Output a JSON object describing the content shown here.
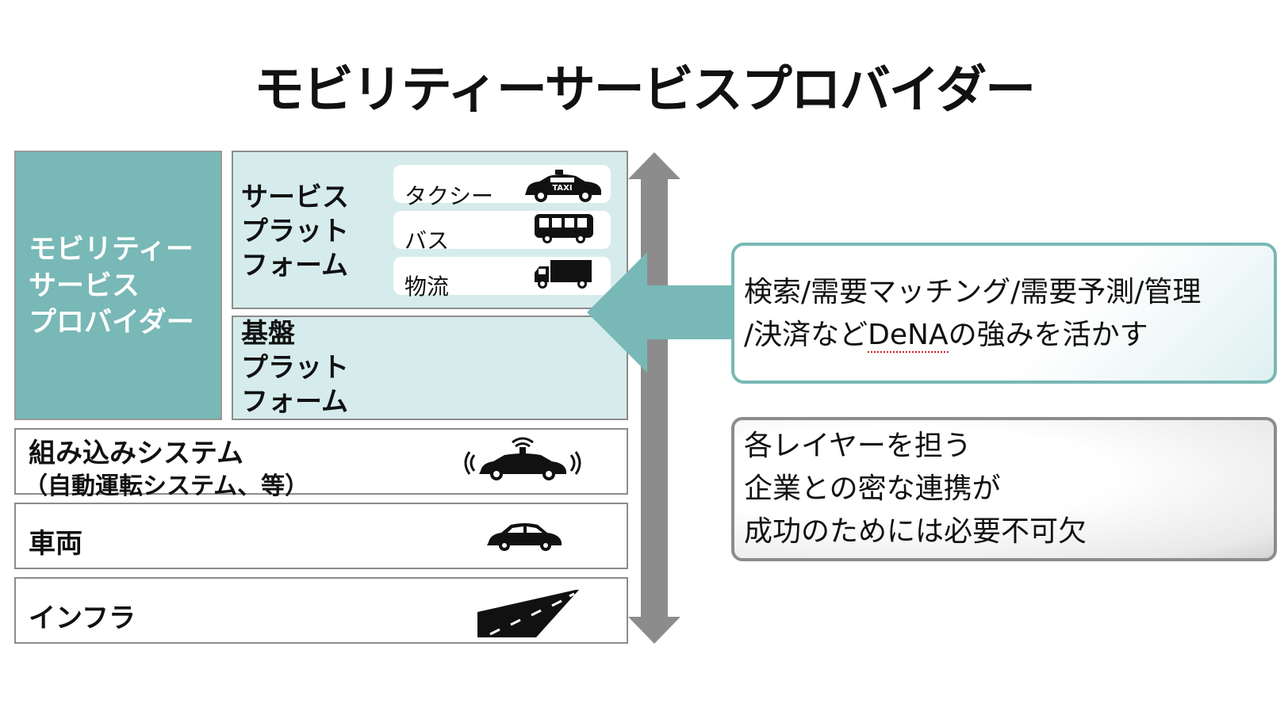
{
  "title": "モビリティーサービスプロバイダー",
  "msp_label": [
    "モビリティー",
    "サービス",
    "プロバイダー"
  ],
  "service_platform": {
    "label": [
      "サービス",
      "プラット",
      "フォーム"
    ],
    "items": [
      {
        "label": "タクシー",
        "icon": "taxi-icon"
      },
      {
        "label": "バス",
        "icon": "bus-icon"
      },
      {
        "label": "物流",
        "icon": "truck-icon"
      }
    ]
  },
  "base_platform": {
    "label": [
      "基盤",
      "プラット",
      "フォーム"
    ]
  },
  "embedded": {
    "label": "組み込みシステム",
    "sub": "（自動運転システム、等）",
    "icon": "autonomous-car-icon"
  },
  "vehicle": {
    "label": "車両",
    "icon": "car-icon"
  },
  "infra": {
    "label": "インフラ",
    "icon": "road-icon"
  },
  "callout_strengths": {
    "line1": "検索/需要マッチング/需要予測/管理",
    "line2_pre": "/決済など",
    "line2_brand": "DeNA",
    "line2_post": "の強みを活かす"
  },
  "callout_collab": {
    "lines": [
      "各レイヤーを担う",
      "企業との密な連携が",
      "成功のためには必要不可欠"
    ]
  },
  "colors": {
    "teal": "#78b8b6",
    "teal_light": "#d6ecec",
    "gray_arrow": "#8c8c8c"
  }
}
